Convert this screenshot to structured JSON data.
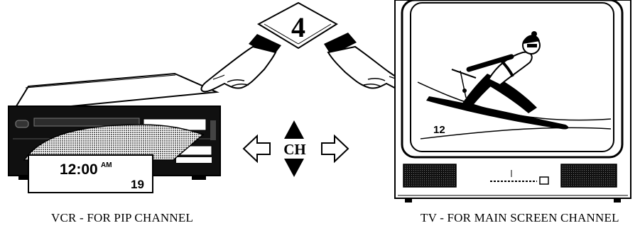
{
  "step_number": "4",
  "vcr": {
    "clock": "12:00",
    "clock_suffix": "AM",
    "channel": "19",
    "caption": "VCR - FOR PIP CHANNEL"
  },
  "tv": {
    "channel": "12",
    "caption": "TV - FOR MAIN SCREEN CHANNEL"
  },
  "channel_control": {
    "label": "CH"
  }
}
